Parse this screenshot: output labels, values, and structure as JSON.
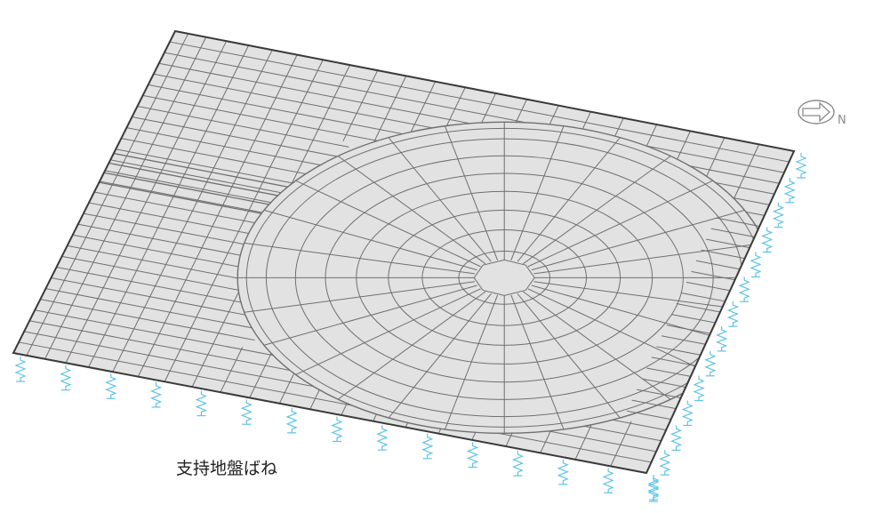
{
  "caption": "支持地盤ばね",
  "compass": {
    "label": "N",
    "icon": "north-arrow-icon"
  },
  "mesh": {
    "fill": "#e2e2e2",
    "line": "#6f6f6f",
    "edge": "#3a3a3a",
    "longitudinal_lines": 30,
    "transverse_lines": 22,
    "ring_count": 8,
    "radial_count": 28
  },
  "springs": {
    "color": "#5fc3e4",
    "count_front": 15,
    "count_side": 14
  },
  "colors": {
    "background": "#ffffff",
    "text": "#222222"
  }
}
